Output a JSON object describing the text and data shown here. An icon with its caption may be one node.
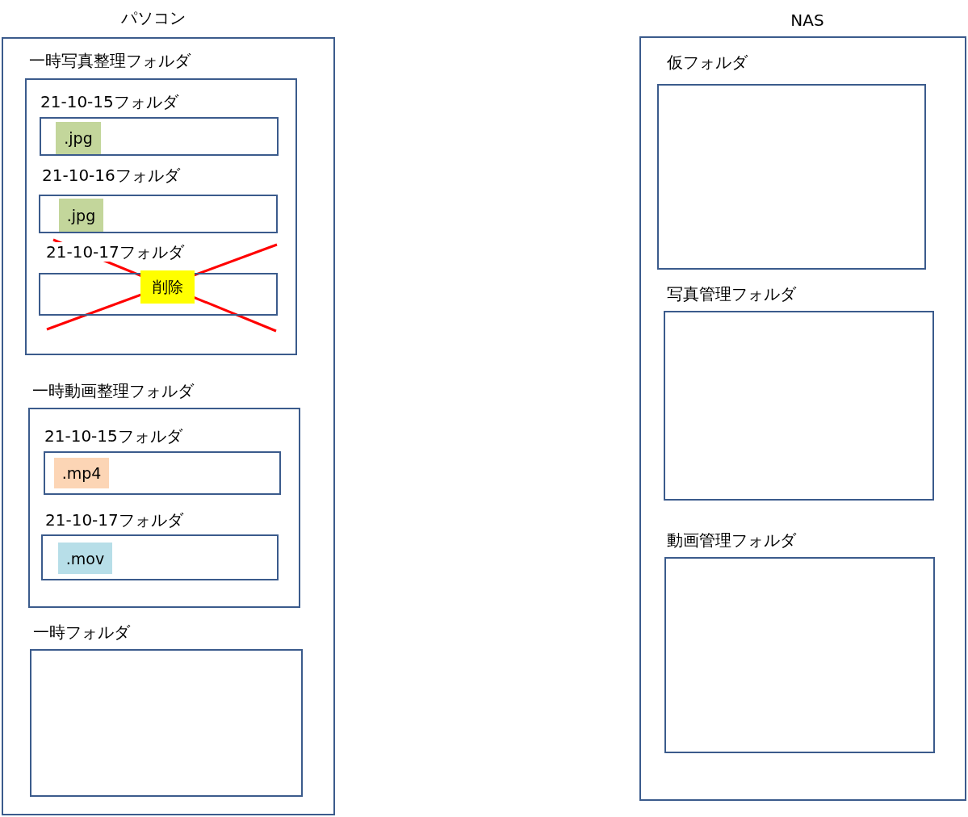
{
  "diagram": {
    "nodes": [
      {
        "text": [
          "パソコン"
        ]
      },
      {
        "text": [
          "一時写真整理フォルダ"
        ],
        "in": 0
      },
      {
        "text": [
          "21-10-15フォルダ"
        ],
        "in": 1
      },
      {
        "text": [
          ".jpg"
        ],
        "in": 2
      },
      {
        "text": [
          "21-10-16フォルダ"
        ],
        "in": 1
      },
      {
        "text": [
          ".jpg"
        ],
        "in": 4
      },
      {
        "text": [
          "21-10-17フォルダ"
        ],
        "in": 1
      },
      {
        "text": [
          "削除"
        ],
        "in": 6
      },
      {
        "text": [
          "一時動画整理フォルダ"
        ],
        "in": 0
      },
      {
        "text": [
          "21-10-15フォルダ"
        ],
        "in": 8
      },
      {
        "text": [
          ".mp4"
        ],
        "in": 9
      },
      {
        "text": [
          "21-10-17フォルダ"
        ],
        "in": 8
      },
      {
        "text": [
          ".mov"
        ],
        "in": 11
      },
      {
        "text": [
          "一時フォルダ"
        ],
        "in": 0
      },
      {
        "text": [
          "NAS"
        ]
      },
      {
        "text": [
          "仮フォルダ"
        ],
        "in": 14
      },
      {
        "text": [
          "写真管理フォルダ"
        ],
        "in": 14
      },
      {
        "text": [
          "動画管理フォルダ"
        ],
        "in": 14
      }
    ]
  }
}
